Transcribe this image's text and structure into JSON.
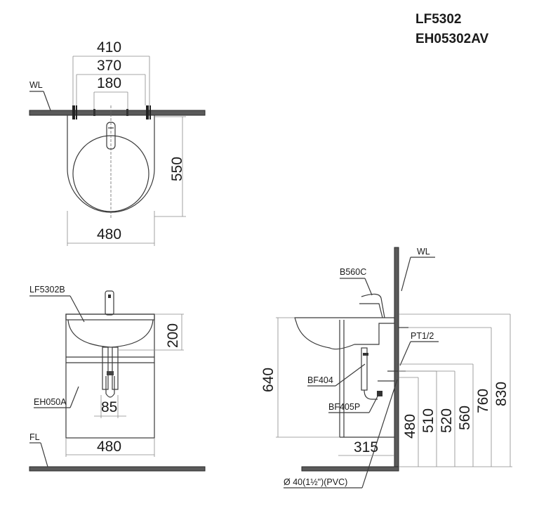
{
  "title": {
    "model_line1": "LF5302",
    "model_line2": "EH05302AV"
  },
  "top_view": {
    "wall_label": "WL",
    "dim_410": "410",
    "dim_370": "370",
    "dim_180": "180",
    "dim_550": "550",
    "dim_480": "480"
  },
  "front_view": {
    "basin_label": "LF5302B",
    "cabinet_label": "EH050A",
    "floor_label": "FL",
    "dim_200": "200",
    "dim_85": "85",
    "dim_480": "480"
  },
  "side_view": {
    "wall_label": "WL",
    "faucet_label": "B560C",
    "supply_label": "PT1/2",
    "drain_label": "BF404",
    "trap_label": "BF405P",
    "pipe_label": "Ø 40(1½\")(PVC)",
    "dim_640": "640",
    "dim_315": "315",
    "heights": [
      "480",
      "510",
      "520",
      "560",
      "760",
      "830"
    ]
  },
  "colors": {
    "line": "#3a3a3a",
    "wall_fill": "#5a5a5a",
    "dimension": "#8a8a8a",
    "background": "#ffffff"
  }
}
